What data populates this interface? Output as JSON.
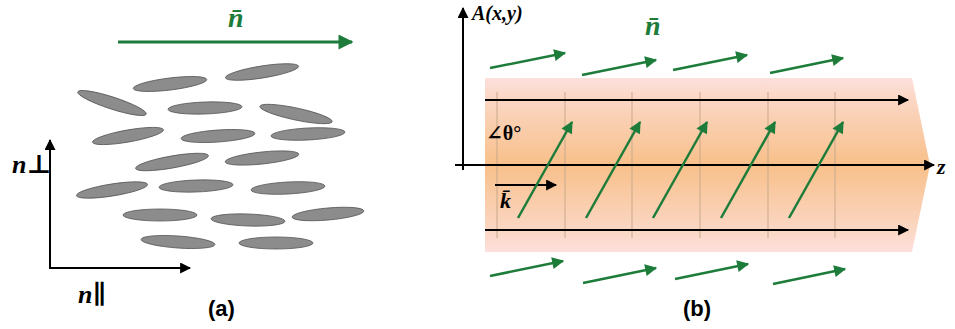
{
  "diagram": {
    "labels": [
      "n̄",
      "n⊥",
      "n∥",
      "(a)",
      "A(x,y)",
      "n̄",
      "∠θ°",
      "k̄",
      "z",
      "(b)"
    ]
  }
}
